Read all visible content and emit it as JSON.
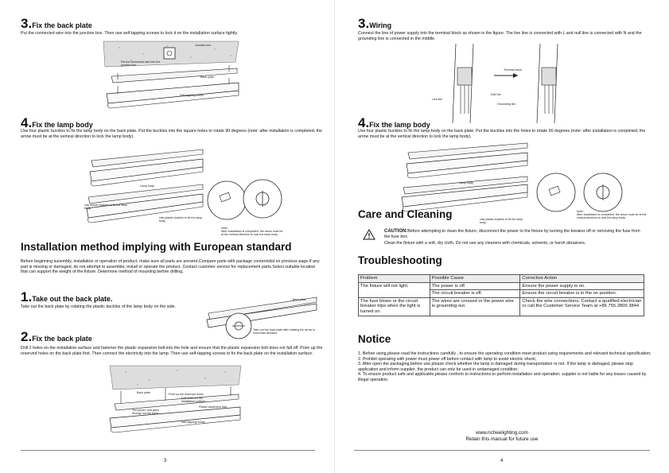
{
  "left_page": {
    "step3": {
      "num": "3.",
      "title": "Fix the back plate",
      "body": "Put the connected wire into the junction box. Then use self-tapping screws to lock it on the installation surface tightly.",
      "labels": {
        "junction_box": "Junction box",
        "connected_wire": "Put the connected wire into the junction box",
        "back_plate": "Back plate",
        "screw": "Self-tapping screw"
      }
    },
    "step4": {
      "num": "4.",
      "title": "Fix the lamp body",
      "body": "Use four plastic buckles to fix the lamp body on the back plate. Put the buckles into the square holes to rotate 90 degrees (note: after installation is completed, the arrow must be at the vertical direction to lock the lamp body).",
      "labels": {
        "lamp_body": "Lamp body",
        "buckles1": "Use plastic buckles to fix the lamp body.",
        "buckles2": "Use plastic buckles to fix the lamp body.",
        "note": "Note:",
        "note_body": "After installation is completed, the arrow must be at the vertical direction to lock the lamp body."
      }
    },
    "install_heading": "Installation method implying with European standard",
    "install_body": "Before beginning assembly, installation or operation of product, make sure all parts are present.Compare parts with package contentslist on previous page.If any part is missing or damaged, do not attempt to assemble, install or operate the product. Contact customer service for replacement parts.Select suitable location that can support the weight of the fixture. Determine method of mounting before drilling.",
    "step1": {
      "num": "1.",
      "title": "Take out the back plate.",
      "body": "Take out the back plate by rotating the plastic buckles of the lamp body on the side.",
      "labels": {
        "back_plate": "Back plate",
        "take_out": "Take out the back plate after rotating the arrow to horizontal direction."
      }
    },
    "step2": {
      "num": "2.",
      "title": "Fix the back plate",
      "body": "Drill 2 holes on the installation surface and hammer the plastic expansion bolt into the hole and ensure that the plastic expansion bolt does not fall off. Prize up the reserved holes on the back plate first. Then connect the electricity into the lamp. Then use self-tapping screws to fix the back plate on the installation surface.",
      "labels": {
        "back_plate": "Back plate",
        "prize": "Prize up the reserved holes",
        "drill": "Drill holes on the installation surface",
        "bolt": "Plastic expansion bolt",
        "cord": "The power cord goes through out the back",
        "screw": "Self-tapping screw"
      }
    },
    "page_number": "3"
  },
  "right_page": {
    "wiring": {
      "num": "3.",
      "title": "Wiring",
      "body": "Connect the line of power supply into the terminal block as shown in the figure. The live line is connected with L and null line is connected with N and the grounding line is connected in the middle.",
      "labels": {
        "terminal": "Terminal block",
        "null_line": "Null line",
        "live_line": "Live line",
        "grounding": "Grounding line"
      }
    },
    "step4": {
      "num": "4.",
      "title": "Fix the lamp body",
      "body": "Use four plastic buckles to fix the lamp body on the back plate. Put the buckles into the holes to rotate 90 degrees (note: after installation is completed, the arrow must be at the vertical direction to lock the lamp body).",
      "labels": {
        "lamp_body": "Lamp body",
        "buckles": "Use plastic buckles to fix the lamp body.",
        "note": "Note:",
        "note_body": "After installation is completed, the arrow must be at the vertical direction to lock the lamp body."
      }
    },
    "care": {
      "heading": "Care and Cleaning",
      "caution_label": "CAUTION:",
      "caution_text": "Before attempting to clean the fixture, disconnect the power to the fixture by turning the breaker off or removing the fuse from the fuse box.",
      "clean_text": "Clean the fixture with a soft, dry cloth. Do not use any cleaners with chemicals, solvents, or harsh abrasives."
    },
    "troubleshooting": {
      "heading": "Troubleshooting",
      "columns": [
        "Problem",
        "Possible Cause",
        "Corrective Action"
      ],
      "rows": [
        [
          "The fixture will not light.",
          "The power is off.",
          "Ensure the power supply is on."
        ],
        [
          "",
          "The circuit breaker is off.",
          "Ensure the circuit breaker is in the on position."
        ],
        [
          "The fuse blows or the circuit breaker trips when the light is turned on.",
          "The wires are crossed or the power wire is grounding out.",
          "Check the wire connections. Contact a qualified electrician or call the Customer Service Team at +86 755 2809 3844"
        ]
      ]
    },
    "notice": {
      "heading": "Notice",
      "items": [
        "1. Before using,please read the instructions carefully ,  to ensure the operating condition meet product using requirements and relevant technical specification;",
        "2. Prohibit operating with power must power off before contact with lamp to avoid electric shock;",
        "3. After open the packaging,before use,please check whether the lamp is damaged during transportation or not. If the lamp is damaged, please stop application and inform supplier, the product can only be used in undamaged condition;",
        "4. To ensure product safe and applicable,please conform to instructions to perform installation and operation; supplier is not liable for any losses caused by illegal operation."
      ]
    },
    "website": "www.richeelighting.com",
    "retain": "Retain this manual for future use",
    "page_number": "4"
  }
}
